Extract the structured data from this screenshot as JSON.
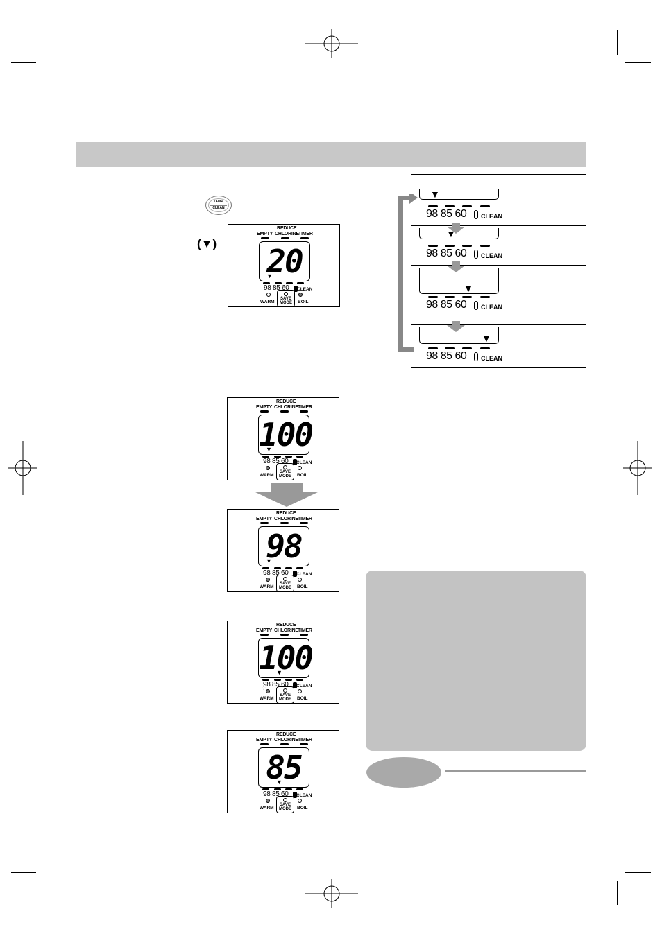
{
  "button_icon": {
    "line1": "TEMP.",
    "line2": "CLEAN"
  },
  "arrow_symbol": "(▼)",
  "lcd_labels": {
    "reduce": "REDUCE",
    "empty": "EMPTY",
    "chlorine": "CHLORINE",
    "timer": "TIMER",
    "temps": "98 85 60",
    "clean": "CLEAN",
    "warm": "WARM",
    "boil": "BOIL",
    "save1": "SAVE",
    "save2": "MODE"
  },
  "displays": [
    {
      "value": "20"
    },
    {
      "value": "100"
    },
    {
      "value": "98"
    },
    {
      "value": "100"
    },
    {
      "value": "85"
    }
  ],
  "sequence": {
    "temps": "98 85 60",
    "clean": "CLEAN"
  },
  "colors": {
    "header_bar": "#c8c8c8",
    "note_box": "#c3c3c3",
    "arrow": "#999999"
  }
}
